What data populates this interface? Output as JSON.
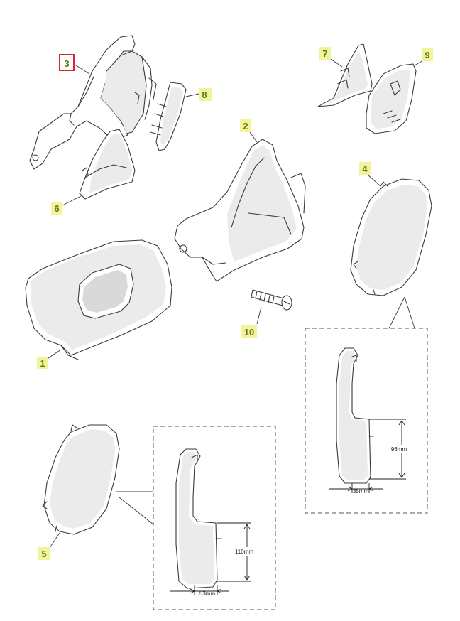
{
  "diagram": {
    "callouts": [
      {
        "id": "1",
        "label": "1",
        "selected": false
      },
      {
        "id": "2",
        "label": "2",
        "selected": false
      },
      {
        "id": "3",
        "label": "3",
        "selected": true
      },
      {
        "id": "4",
        "label": "4",
        "selected": false
      },
      {
        "id": "5",
        "label": "5",
        "selected": false
      },
      {
        "id": "6",
        "label": "6",
        "selected": false
      },
      {
        "id": "7",
        "label": "7",
        "selected": false
      },
      {
        "id": "8",
        "label": "8",
        "selected": false
      },
      {
        "id": "9",
        "label": "9",
        "selected": false
      },
      {
        "id": "10",
        "label": "10",
        "selected": false
      }
    ],
    "dimensions": {
      "small_height": "96mm",
      "small_width": "35mm",
      "large_height": "110mm",
      "large_width": "53mm"
    },
    "colors": {
      "callout_highlight": "#f3f39a",
      "callout_text": "#5c7a1f",
      "selected_border": "#d9262c"
    }
  }
}
